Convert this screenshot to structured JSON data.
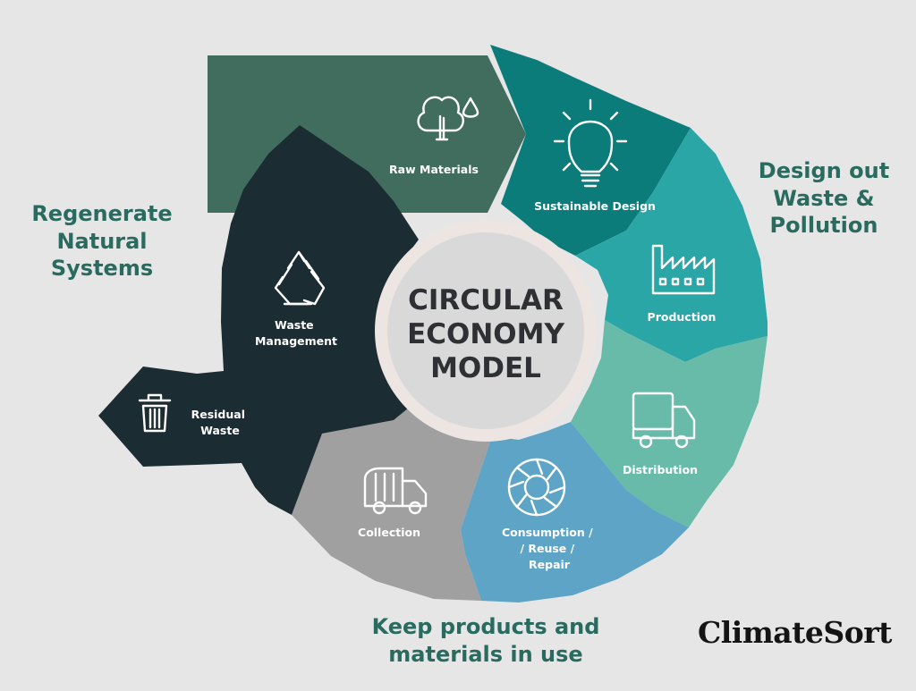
{
  "title_lines": [
    "CIRCULAR",
    "ECONOMY",
    "MODEL"
  ],
  "segments": [
    {
      "id": "raw-materials",
      "label_lines": [
        "Raw Materials"
      ],
      "color": "#416d5e",
      "icon": "tree-water-icon"
    },
    {
      "id": "sustainable-design",
      "label_lines": [
        "Sustainable Design"
      ],
      "color": "#0b7c7a",
      "icon": "lightbulb-icon"
    },
    {
      "id": "production",
      "label_lines": [
        "Production"
      ],
      "color": "#2aa6a6",
      "icon": "factory-icon"
    },
    {
      "id": "distribution",
      "label_lines": [
        "Distribution"
      ],
      "color": "#68bba8",
      "icon": "truck-icon"
    },
    {
      "id": "consumption",
      "label_lines": [
        "Consumption /",
        "/ Reuse /",
        "Repair"
      ],
      "color": "#5ea4c6",
      "icon": "cycle-ring-icon"
    },
    {
      "id": "collection",
      "label_lines": [
        "Collection"
      ],
      "color": "#a0a0a0",
      "icon": "garbage-truck-icon"
    },
    {
      "id": "waste-management",
      "label_lines": [
        "Waste",
        "Management"
      ],
      "color": "#1c2c33",
      "icon": "recycle-icon"
    },
    {
      "id": "residual-waste",
      "label_lines": [
        "Residual",
        "Waste"
      ],
      "color": "#1c2c33",
      "icon": "trash-bin-icon"
    }
  ],
  "notes": {
    "left": {
      "lines": [
        "Regenerate",
        "Natural",
        "Systems"
      ],
      "color": "#2a6b5f"
    },
    "right": {
      "lines": [
        "Design out",
        "Waste &",
        "Pollution"
      ],
      "color": "#2a6b5f"
    },
    "bottom": {
      "lines": [
        "Keep products and",
        "materials in use"
      ],
      "color": "#2a6b5f"
    }
  },
  "brand": "ClimateSort",
  "colors": {
    "background": "#e6e6e6",
    "center_fill": "#d9d9d9",
    "center_ring": "#ece5e2"
  }
}
